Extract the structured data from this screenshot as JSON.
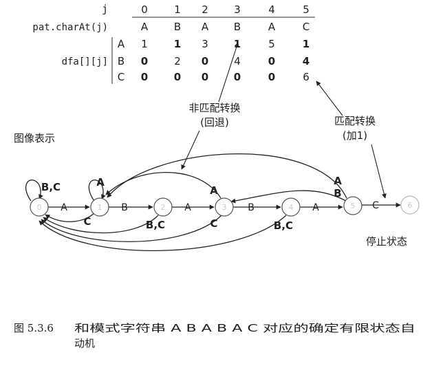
{
  "table": {
    "j_label": "j",
    "columns": [
      "0",
      "1",
      "2",
      "3",
      "4",
      "5"
    ],
    "pat_label": "pat.charAt(j)",
    "pat_values": [
      "A",
      "B",
      "A",
      "B",
      "A",
      "C"
    ],
    "dfa_label": "dfa[][j]",
    "row_labels": [
      "A",
      "B",
      "C"
    ],
    "rows": [
      [
        "1",
        "1",
        "3",
        "1",
        "5",
        "1"
      ],
      [
        "0",
        "2",
        "0",
        "4",
        "0",
        "4"
      ],
      [
        "0",
        "0",
        "0",
        "0",
        "0",
        "6"
      ]
    ]
  },
  "annotations": {
    "mismatch_line1": "非匹配转换",
    "mismatch_line2": "(回退)",
    "match_line1": "匹配转换",
    "match_line2": "(加1)",
    "graph_title": "图像表示",
    "halt_state": "停止状态"
  },
  "graph": {
    "states": [
      "0",
      "1",
      "2",
      "3",
      "4",
      "5",
      "6"
    ],
    "forward_labels": [
      "A",
      "B",
      "A",
      "B",
      "A",
      "C"
    ],
    "loop0_label": "B,C",
    "loop1_label": "A",
    "back_labels": {
      "s3_A": "A",
      "s5_A": "A",
      "s5_B": "B",
      "s1_C": "C",
      "s2_BC": "B,C",
      "s3_C": "C",
      "s4_BC": "B,C"
    }
  },
  "caption": {
    "number": "图 5.3.6",
    "line1": "和模式字符串 A B A B A C 对应的确定有限状态自",
    "line2": "动机"
  }
}
